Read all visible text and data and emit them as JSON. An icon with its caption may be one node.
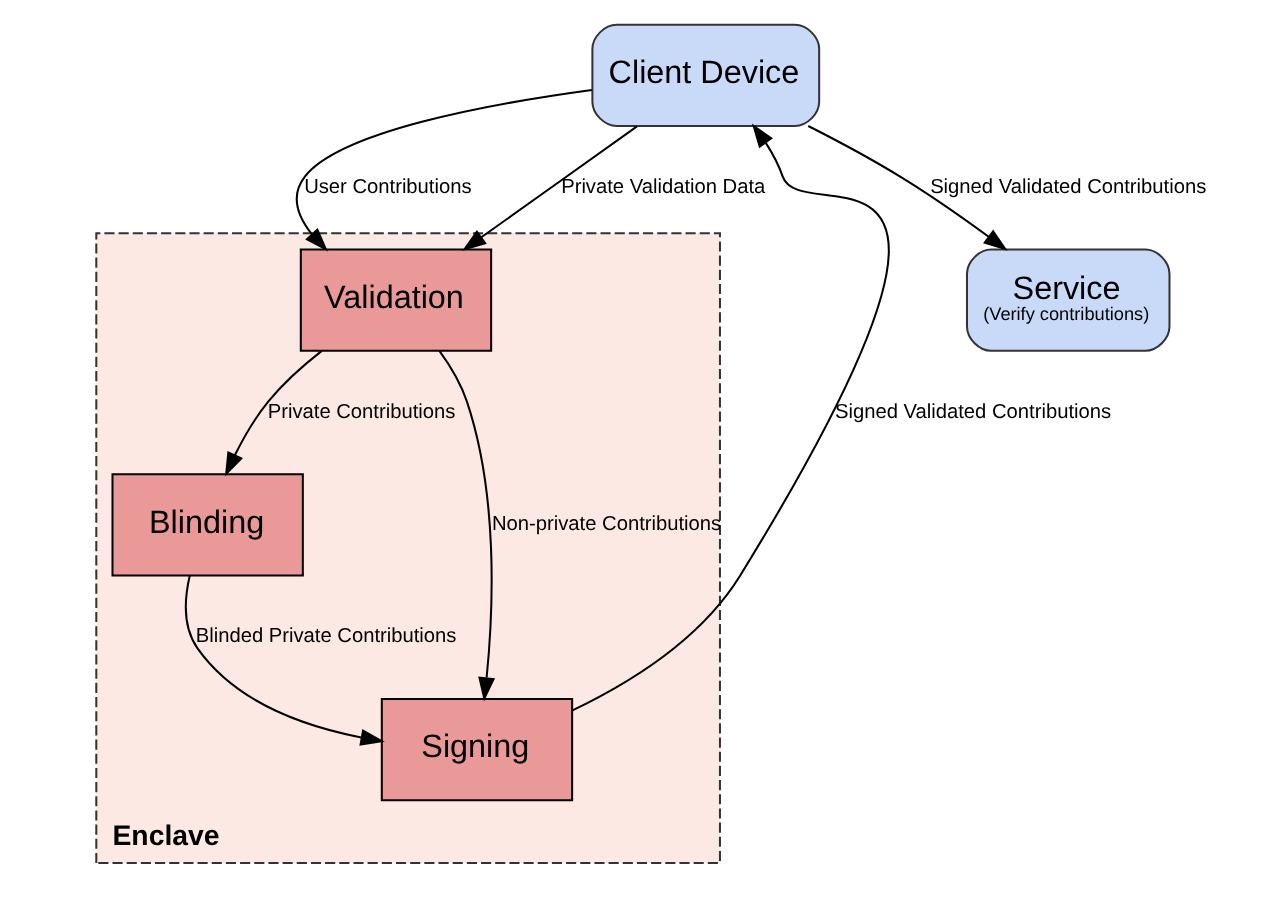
{
  "diagram": {
    "nodes": [
      {
        "text": [
          "Enclave"
        ]
      },
      {
        "text": [
          "Validation"
        ],
        "in": 0
      },
      {
        "text": [
          "Blinding"
        ],
        "in": 0
      },
      {
        "text": [
          "Signing"
        ],
        "in": 0
      },
      {
        "text": [
          "Client Device"
        ]
      },
      {
        "text": [
          "Service",
          "(Verify contributions)"
        ]
      }
    ],
    "edges": [
      {
        "from": 4,
        "to": 1,
        "arrow": "to",
        "label": "User Contributions"
      },
      {
        "from": 4,
        "to": 1,
        "arrow": "to",
        "label": "Private Validation Data"
      },
      {
        "from": 1,
        "to": 2,
        "arrow": "to",
        "label": "Private Contributions"
      },
      {
        "from": 1,
        "to": 3,
        "arrow": "to",
        "label": "Non-private Contributions"
      },
      {
        "from": 2,
        "to": 3,
        "arrow": "to",
        "label": "Blinded Private Contributions"
      },
      {
        "from": 3,
        "to": 4,
        "arrow": "to",
        "label": "Signed Validated Contributions"
      },
      {
        "from": 4,
        "to": 5,
        "arrow": "to",
        "label": "Signed Validated Contributions"
      }
    ]
  }
}
